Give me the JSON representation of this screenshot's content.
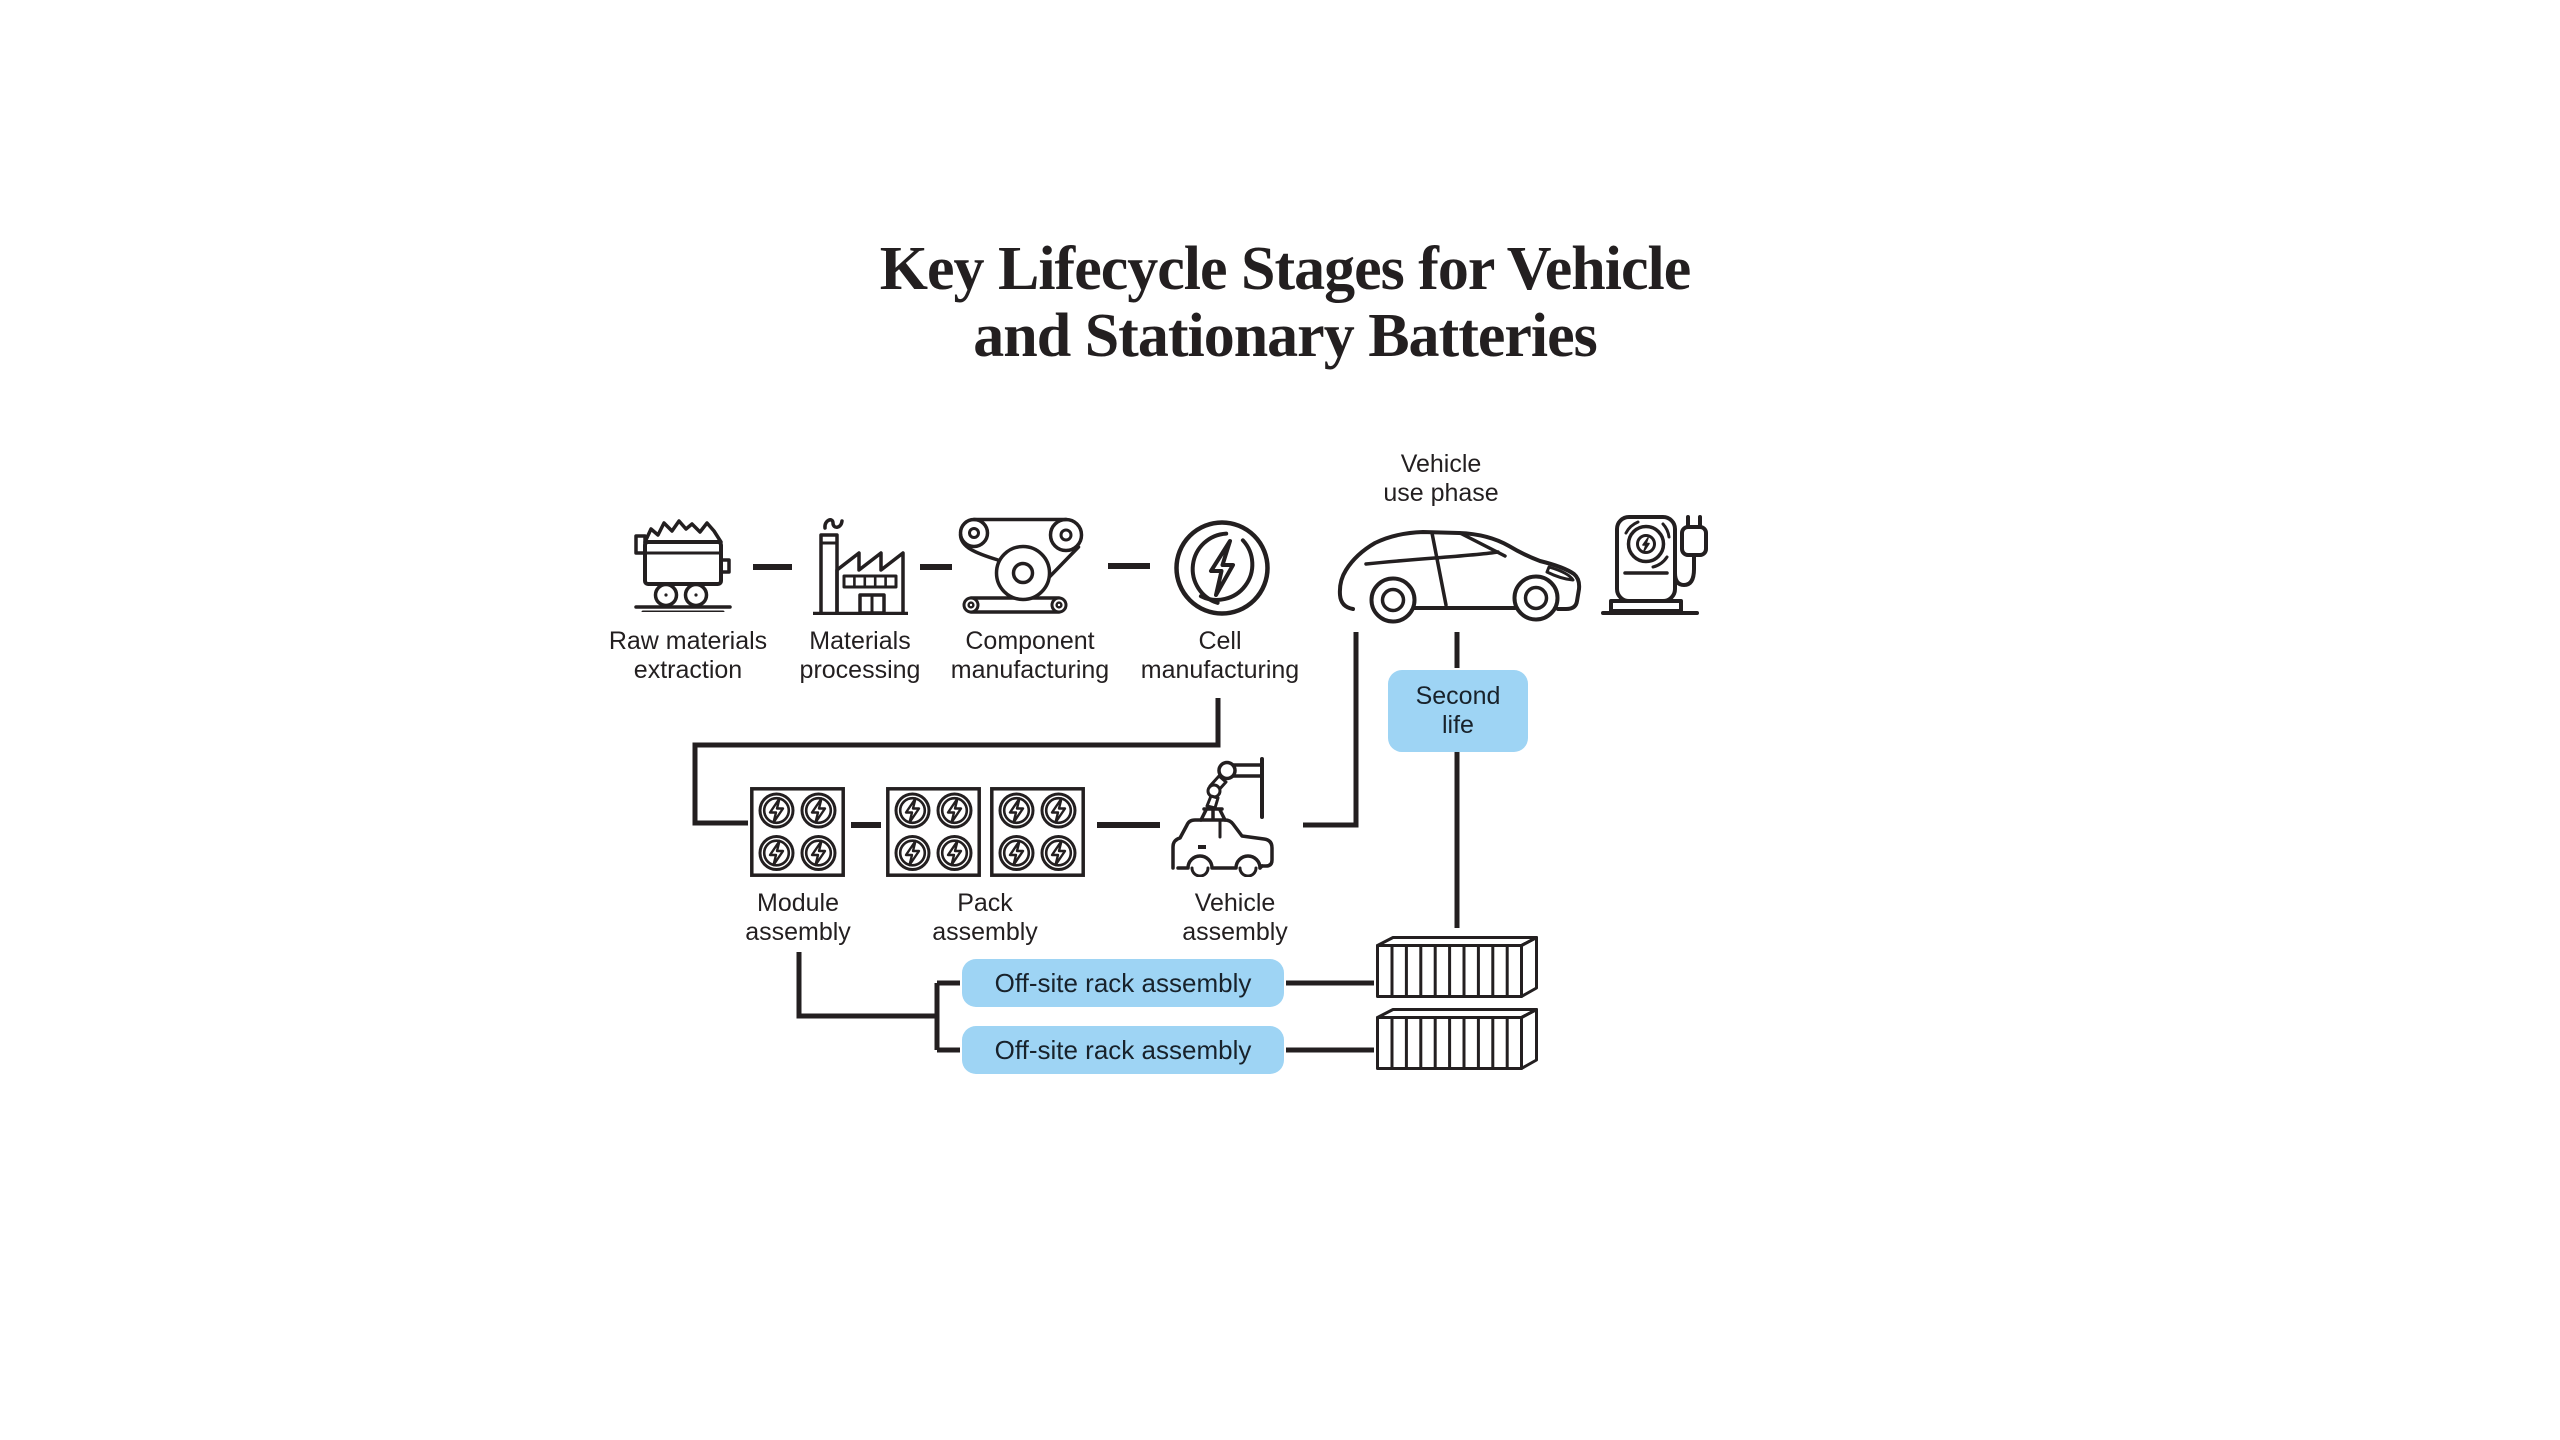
{
  "title": "Key Lifecycle Stages for Vehicle\nand Stationary Batteries",
  "colors": {
    "ink": "#231F20",
    "highlight_blue": "#9ED4F4",
    "box_text": "#18222B",
    "background": "#FFFFFF"
  },
  "flow": {
    "stage_labels": {
      "raw_materials_extraction": "Raw materials\nextraction",
      "materials_processing": "Materials\nprocessing",
      "component_manufacturing": "Component\nmanufacturing",
      "cell_manufacturing": "Cell\nmanufacturing",
      "vehicle_use_phase": "Vehicle\nuse phase",
      "module_assembly": "Module\nassembly",
      "pack_assembly": "Pack\nassembly",
      "vehicle_assembly": "Vehicle\nassembly"
    },
    "highlight_boxes": {
      "second_life": "Second\nlife",
      "offsite_rack_assembly_top": "Off-site rack assembly",
      "offsite_rack_assembly_bottom": "Off-site rack assembly"
    },
    "icons": [
      "mine-cart-icon",
      "factory-icon",
      "roll-to-roll-machine-icon",
      "battery-cell-icon",
      "electric-car-icon",
      "ev-charging-station-icon",
      "battery-module-icon",
      "battery-pack-icon",
      "assembly-robot-arm-icon",
      "battery-rack-container-icon"
    ]
  }
}
